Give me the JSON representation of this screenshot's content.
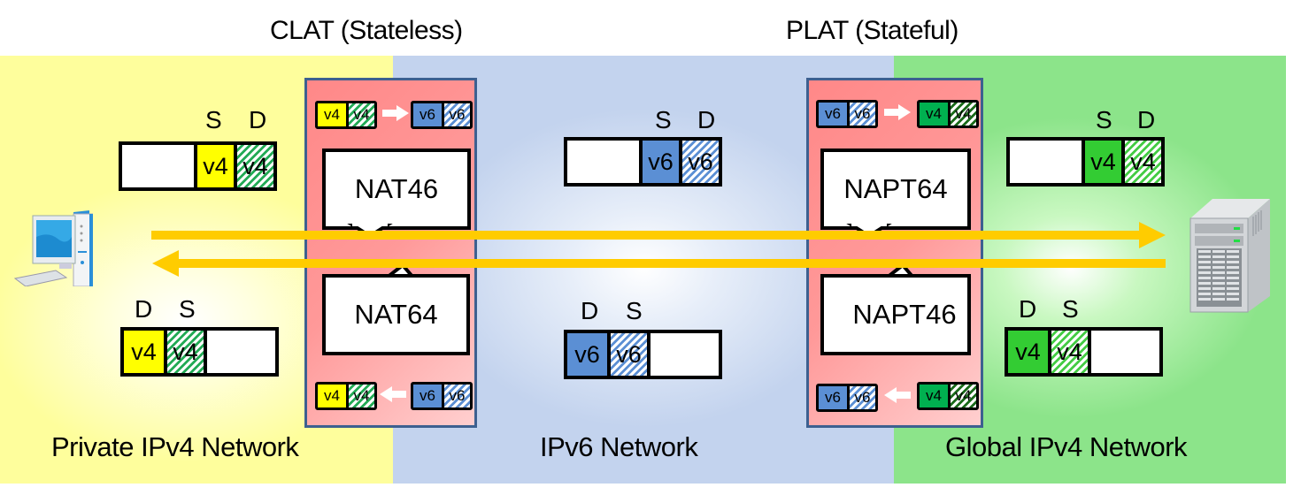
{
  "titles": {
    "clat": "CLAT (Stateless)",
    "plat": "PLAT (Stateful)"
  },
  "zones": [
    {
      "id": "private",
      "label": "Private IPv4 Network",
      "color": "#fefe9c"
    },
    {
      "id": "ipv6",
      "label": "IPv6 Network",
      "color": "#c3d3ee"
    },
    {
      "id": "global",
      "label": "Global IPv4 Network",
      "color": "#8ce48a"
    }
  ],
  "colors": {
    "v4_private": "#ffff00",
    "v4_global_dark": "#00b050",
    "v4_global_light": "#33cc33",
    "v6": "#5b8fd4",
    "arrow": "#ffcc00",
    "device_fill": "#ff8f8f",
    "device_border": "#3d6090"
  },
  "devices": {
    "clat": {
      "outbound": {
        "label": "NAT46",
        "from": [
          "v4",
          "v4"
        ],
        "to": [
          "v6",
          "v6"
        ]
      },
      "inbound": {
        "label": "NAT64",
        "from": [
          "v6",
          "v6"
        ],
        "to": [
          "v4",
          "v4"
        ]
      }
    },
    "plat": {
      "outbound": {
        "label": "NAPT64",
        "from": [
          "v6",
          "v6"
        ],
        "to": [
          "v4",
          "v4"
        ]
      },
      "inbound": {
        "label": "NAPT46",
        "from": [
          "v4",
          "v4"
        ],
        "to": [
          "v6",
          "v6"
        ]
      }
    }
  },
  "packets": {
    "private_out": {
      "header_labels": [
        "S",
        "D"
      ],
      "fields": [
        "v4",
        "v4"
      ]
    },
    "ipv6_out": {
      "header_labels": [
        "S",
        "D"
      ],
      "fields": [
        "v6",
        "v6"
      ]
    },
    "global_out": {
      "header_labels": [
        "S",
        "D"
      ],
      "fields": [
        "v4",
        "v4"
      ]
    },
    "private_in": {
      "header_labels": [
        "D",
        "S"
      ],
      "fields": [
        "v4",
        "v4"
      ]
    },
    "ipv6_in": {
      "header_labels": [
        "D",
        "S"
      ],
      "fields": [
        "v6",
        "v6"
      ]
    },
    "global_in": {
      "header_labels": [
        "D",
        "S"
      ],
      "fields": [
        "v4",
        "v4"
      ]
    }
  },
  "endpoints": {
    "client": "client-pc-icon",
    "server": "server-icon"
  }
}
